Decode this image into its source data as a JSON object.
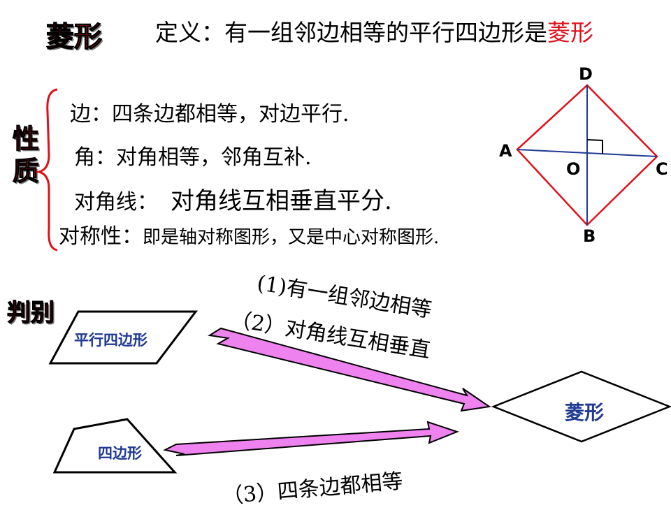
{
  "title": "菱形",
  "definition": {
    "prefix": "定义：有一组邻边相等的平行四边形是",
    "highlight": "菱形"
  },
  "properties": {
    "heading": "性质",
    "items": [
      {
        "key": "边：",
        "text": "四条边都相等，对边平行."
      },
      {
        "key": "角：",
        "text": "对角相等，邻角互补."
      },
      {
        "key": "对角线：",
        "text": "对角线互相垂直平分."
      },
      {
        "key": "对称性：",
        "text": "即是轴对称图形，又是中心对称图形."
      }
    ]
  },
  "rhombus_points": {
    "A": "A",
    "B": "B",
    "C": "C",
    "D": "D",
    "O": "O"
  },
  "judgement": {
    "heading": "判别",
    "source_shapes": [
      "平行四边形",
      "四边形"
    ],
    "target_shape": "菱形",
    "conditions": [
      "(1)有一组邻边相等",
      "（2）对角线互相垂直",
      "（3）四条边都相等"
    ]
  },
  "colors": {
    "accent": "#e0101a",
    "arrow": "#ee82ee",
    "diagonal": "#1f3a93",
    "shape_text": "#1f3a93"
  }
}
